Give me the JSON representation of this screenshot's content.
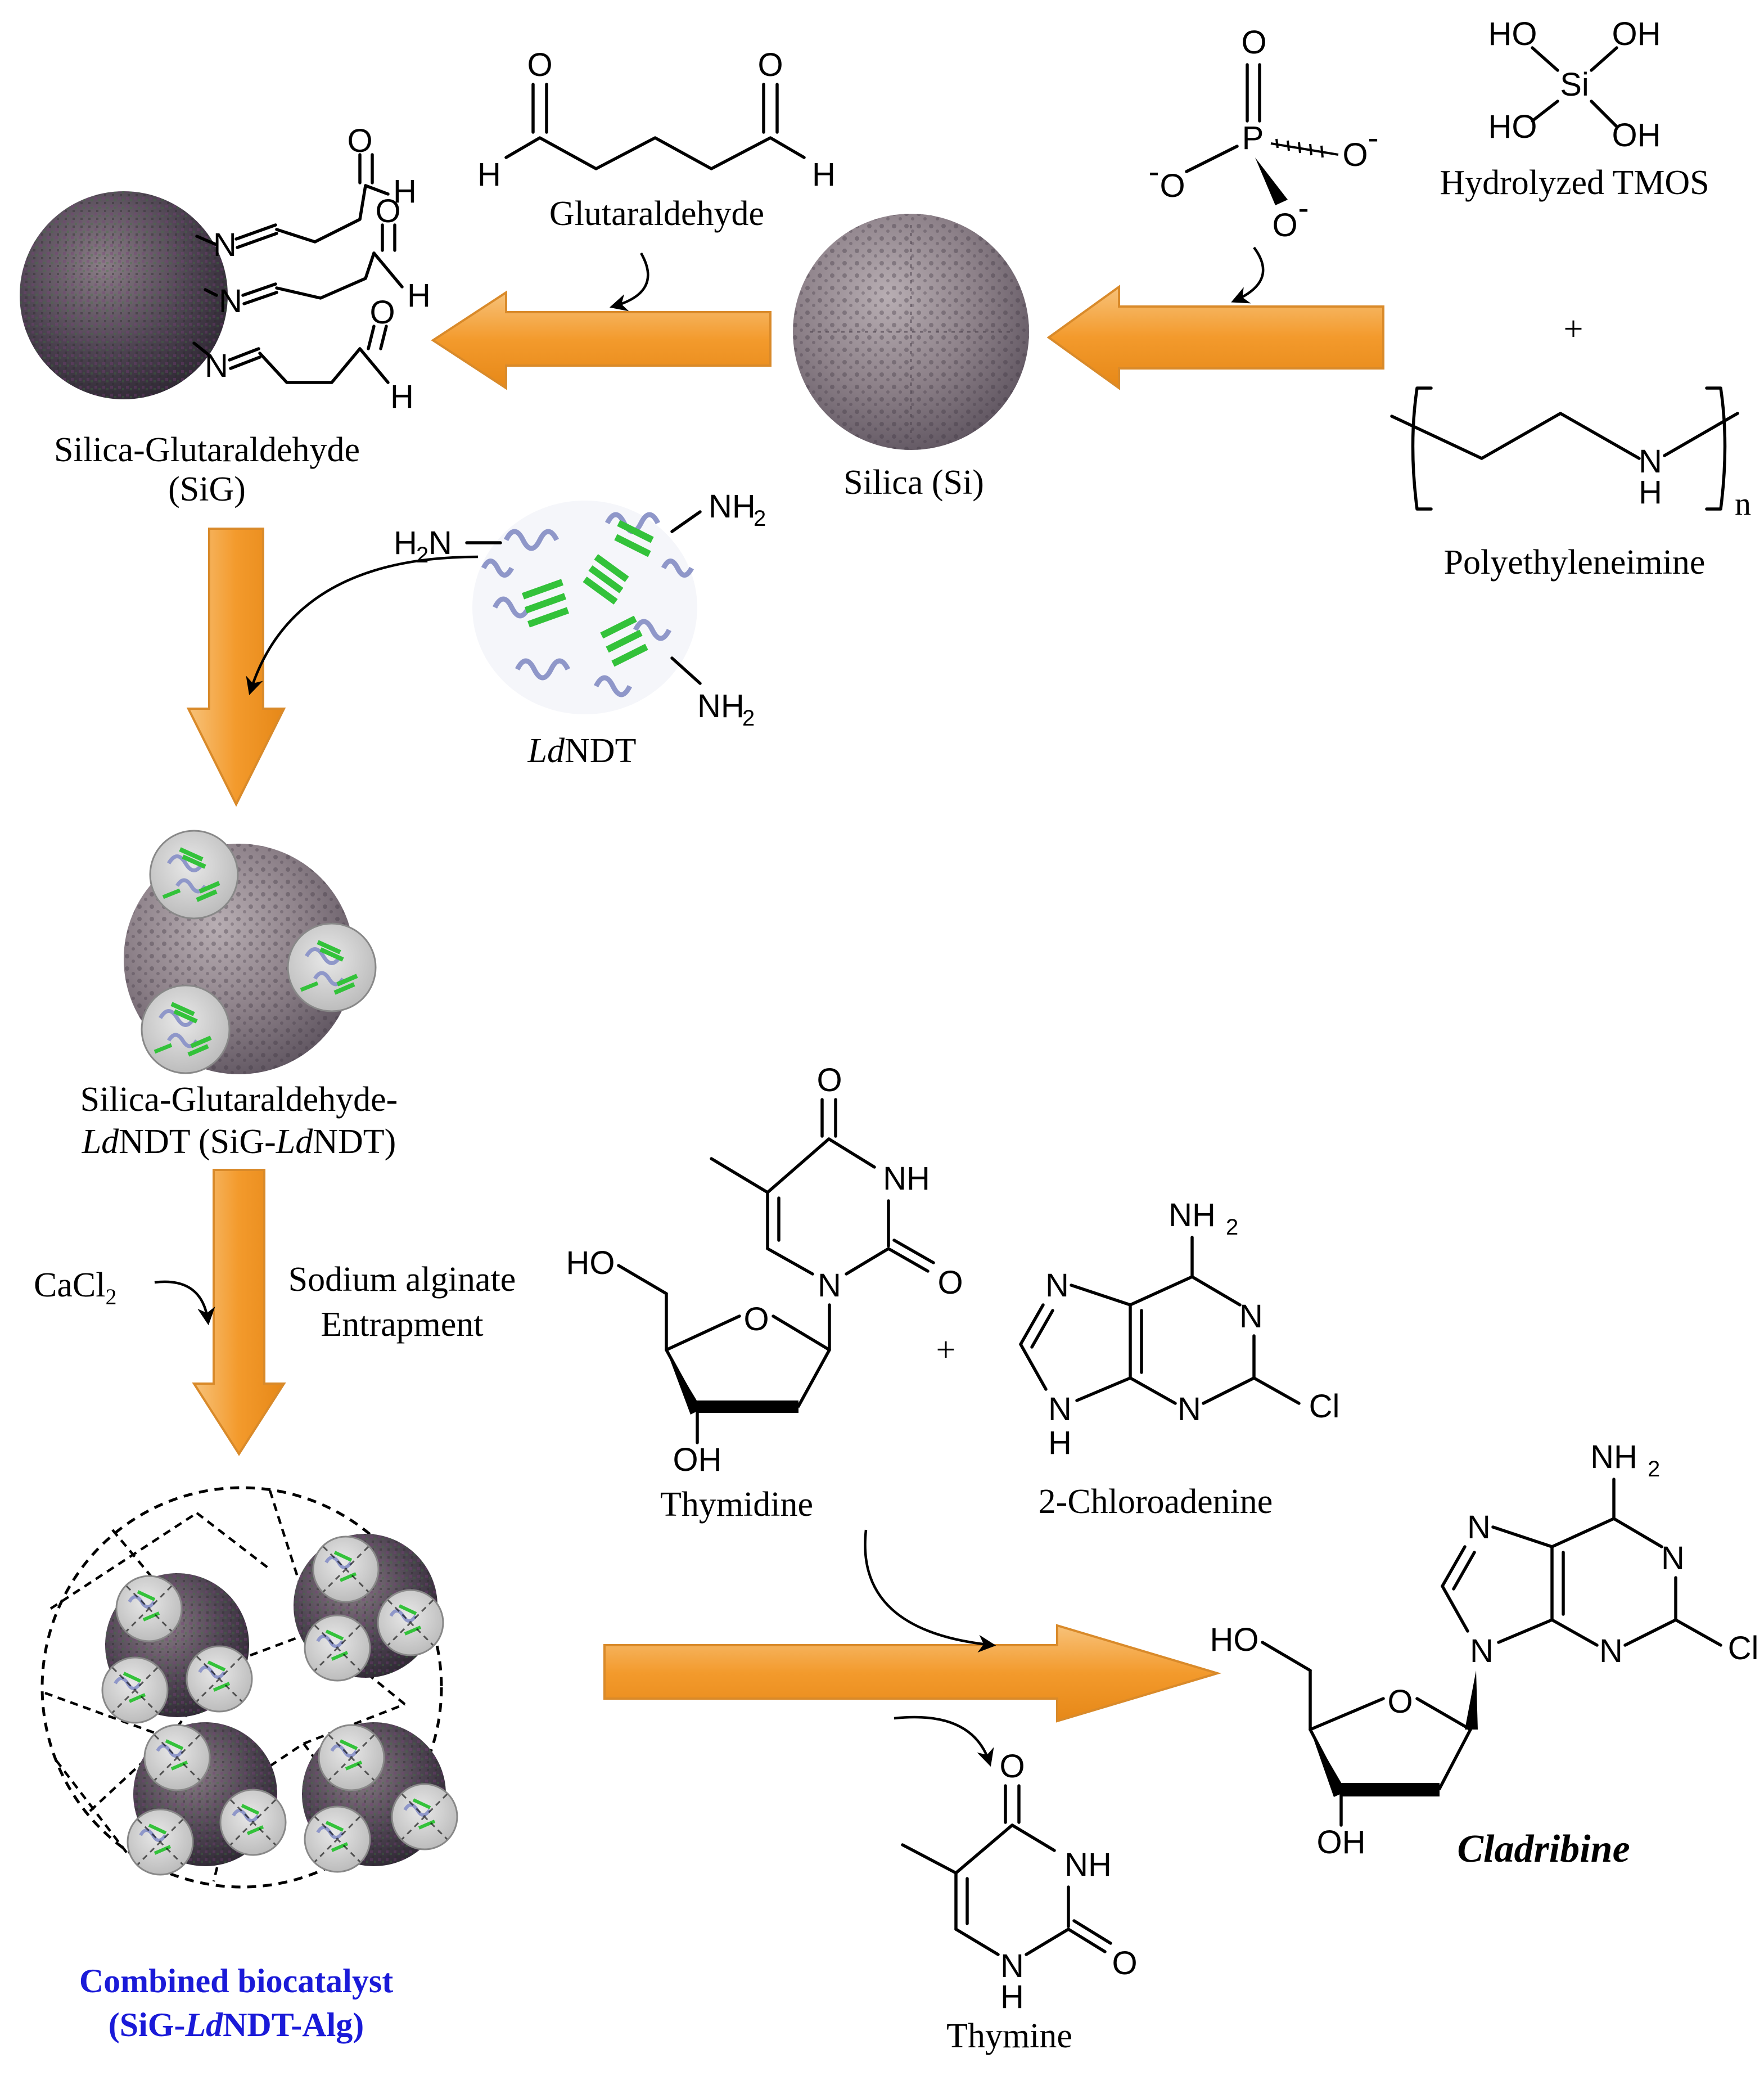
{
  "labels": {
    "glutaraldehyde": "Glutaraldehyde",
    "hydrolyzed_tmos": "Hydrolyzed TMOS",
    "plus_top": "+",
    "polyethyleneimine": "Polyethyleneimine",
    "silica_glutaraldehyde": "Silica-Glutaraldehyde",
    "sig": "(SiG)",
    "silica": "Silica (Si)",
    "ldndt_italic": "Ld",
    "ldndt_rest": "NDT",
    "sig_ldndt_line1": "Silica-Glutaraldehyde-",
    "sig_ldndt_line2_it1": "Ld",
    "sig_ldndt_line2_a": "NDT (SiG-",
    "sig_ldndt_line2_it2": "Ld",
    "sig_ldndt_line2_b": "NDT)",
    "cacl2": "CaCl",
    "cacl2_sub": "2",
    "sodium_alginate": "Sodium alginate",
    "entrapment": "Entrapment",
    "thymidine": "Thymidine",
    "plus_mid": "+",
    "chloroadenine": "2-Chloroadenine",
    "combined_line1": "Combined biocatalyst",
    "combined_line2_a": "(SiG-",
    "combined_line2_it": "Ld",
    "combined_line2_b": "NDT-Alg)",
    "thymine": "Thymine",
    "cladribine": "Cladribine"
  },
  "atoms": {
    "O": "O",
    "H": "H",
    "N": "N",
    "NH": "NH",
    "HO": "HO",
    "OH": "OH",
    "Si": "Si",
    "P": "P",
    "Cl": "Cl",
    "NH2": "NH",
    "H2N": "H",
    "sub2": "2",
    "O_minus": "O",
    "minus": "-",
    "n": "n"
  },
  "colors": {
    "arrow_fill": "#f4a543",
    "arrow_edge": "#d98a2a",
    "label_blue": "#1a1ad8",
    "helix": "#8f97c9",
    "sheet": "#33c23a",
    "sphere_dark": "#5b4f5f",
    "sphere_light": "#9a8f97"
  }
}
